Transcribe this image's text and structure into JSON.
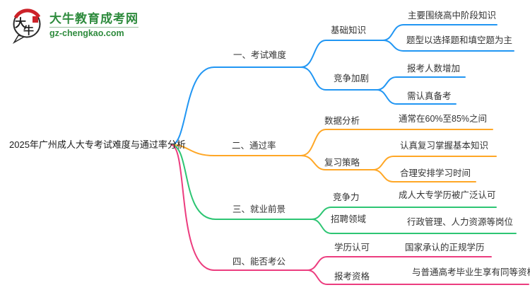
{
  "logo": {
    "icon_text": "大牛",
    "site_name": "大牛教育成考网",
    "site_url": "gz-chengkao.com",
    "brand_color": "#2e8b3d",
    "accent_red": "#cc2229"
  },
  "mindmap": {
    "root": "2025年广州成人大专考试难度与通过率分析",
    "branches": [
      {
        "label": "一、考试难度",
        "color": "#2196F3",
        "children": [
          {
            "label": "基础知识",
            "children": [
              "主要围绕高中阶段知识",
              "题型以选择题和填空题为主"
            ]
          },
          {
            "label": "竞争加剧",
            "children": [
              "报考人数增加",
              "需认真备考"
            ]
          }
        ]
      },
      {
        "label": "二、通过率",
        "color": "#FFA726",
        "children": [
          {
            "label": "数据分析",
            "children": [
              "通常在60%至85%之间"
            ]
          },
          {
            "label": "复习策略",
            "children": [
              "认真复习掌握基本知识",
              "合理安排学习时间"
            ]
          }
        ]
      },
      {
        "label": "三、就业前景",
        "color": "#2DC573",
        "children": [
          {
            "label": "竞争力",
            "children": [
              "成人大专学历被广泛认可"
            ]
          },
          {
            "label": "招聘领域",
            "children": [
              "行政管理、人力资源等岗位"
            ]
          }
        ]
      },
      {
        "label": "四、能否考公",
        "color": "#EC3D7F",
        "children": [
          {
            "label": "学历认可",
            "children": [
              "国家承认的正规学历"
            ]
          },
          {
            "label": "报考资格",
            "children": [
              "与普通高考毕业生享有同等资格"
            ]
          }
        ]
      }
    ]
  }
}
